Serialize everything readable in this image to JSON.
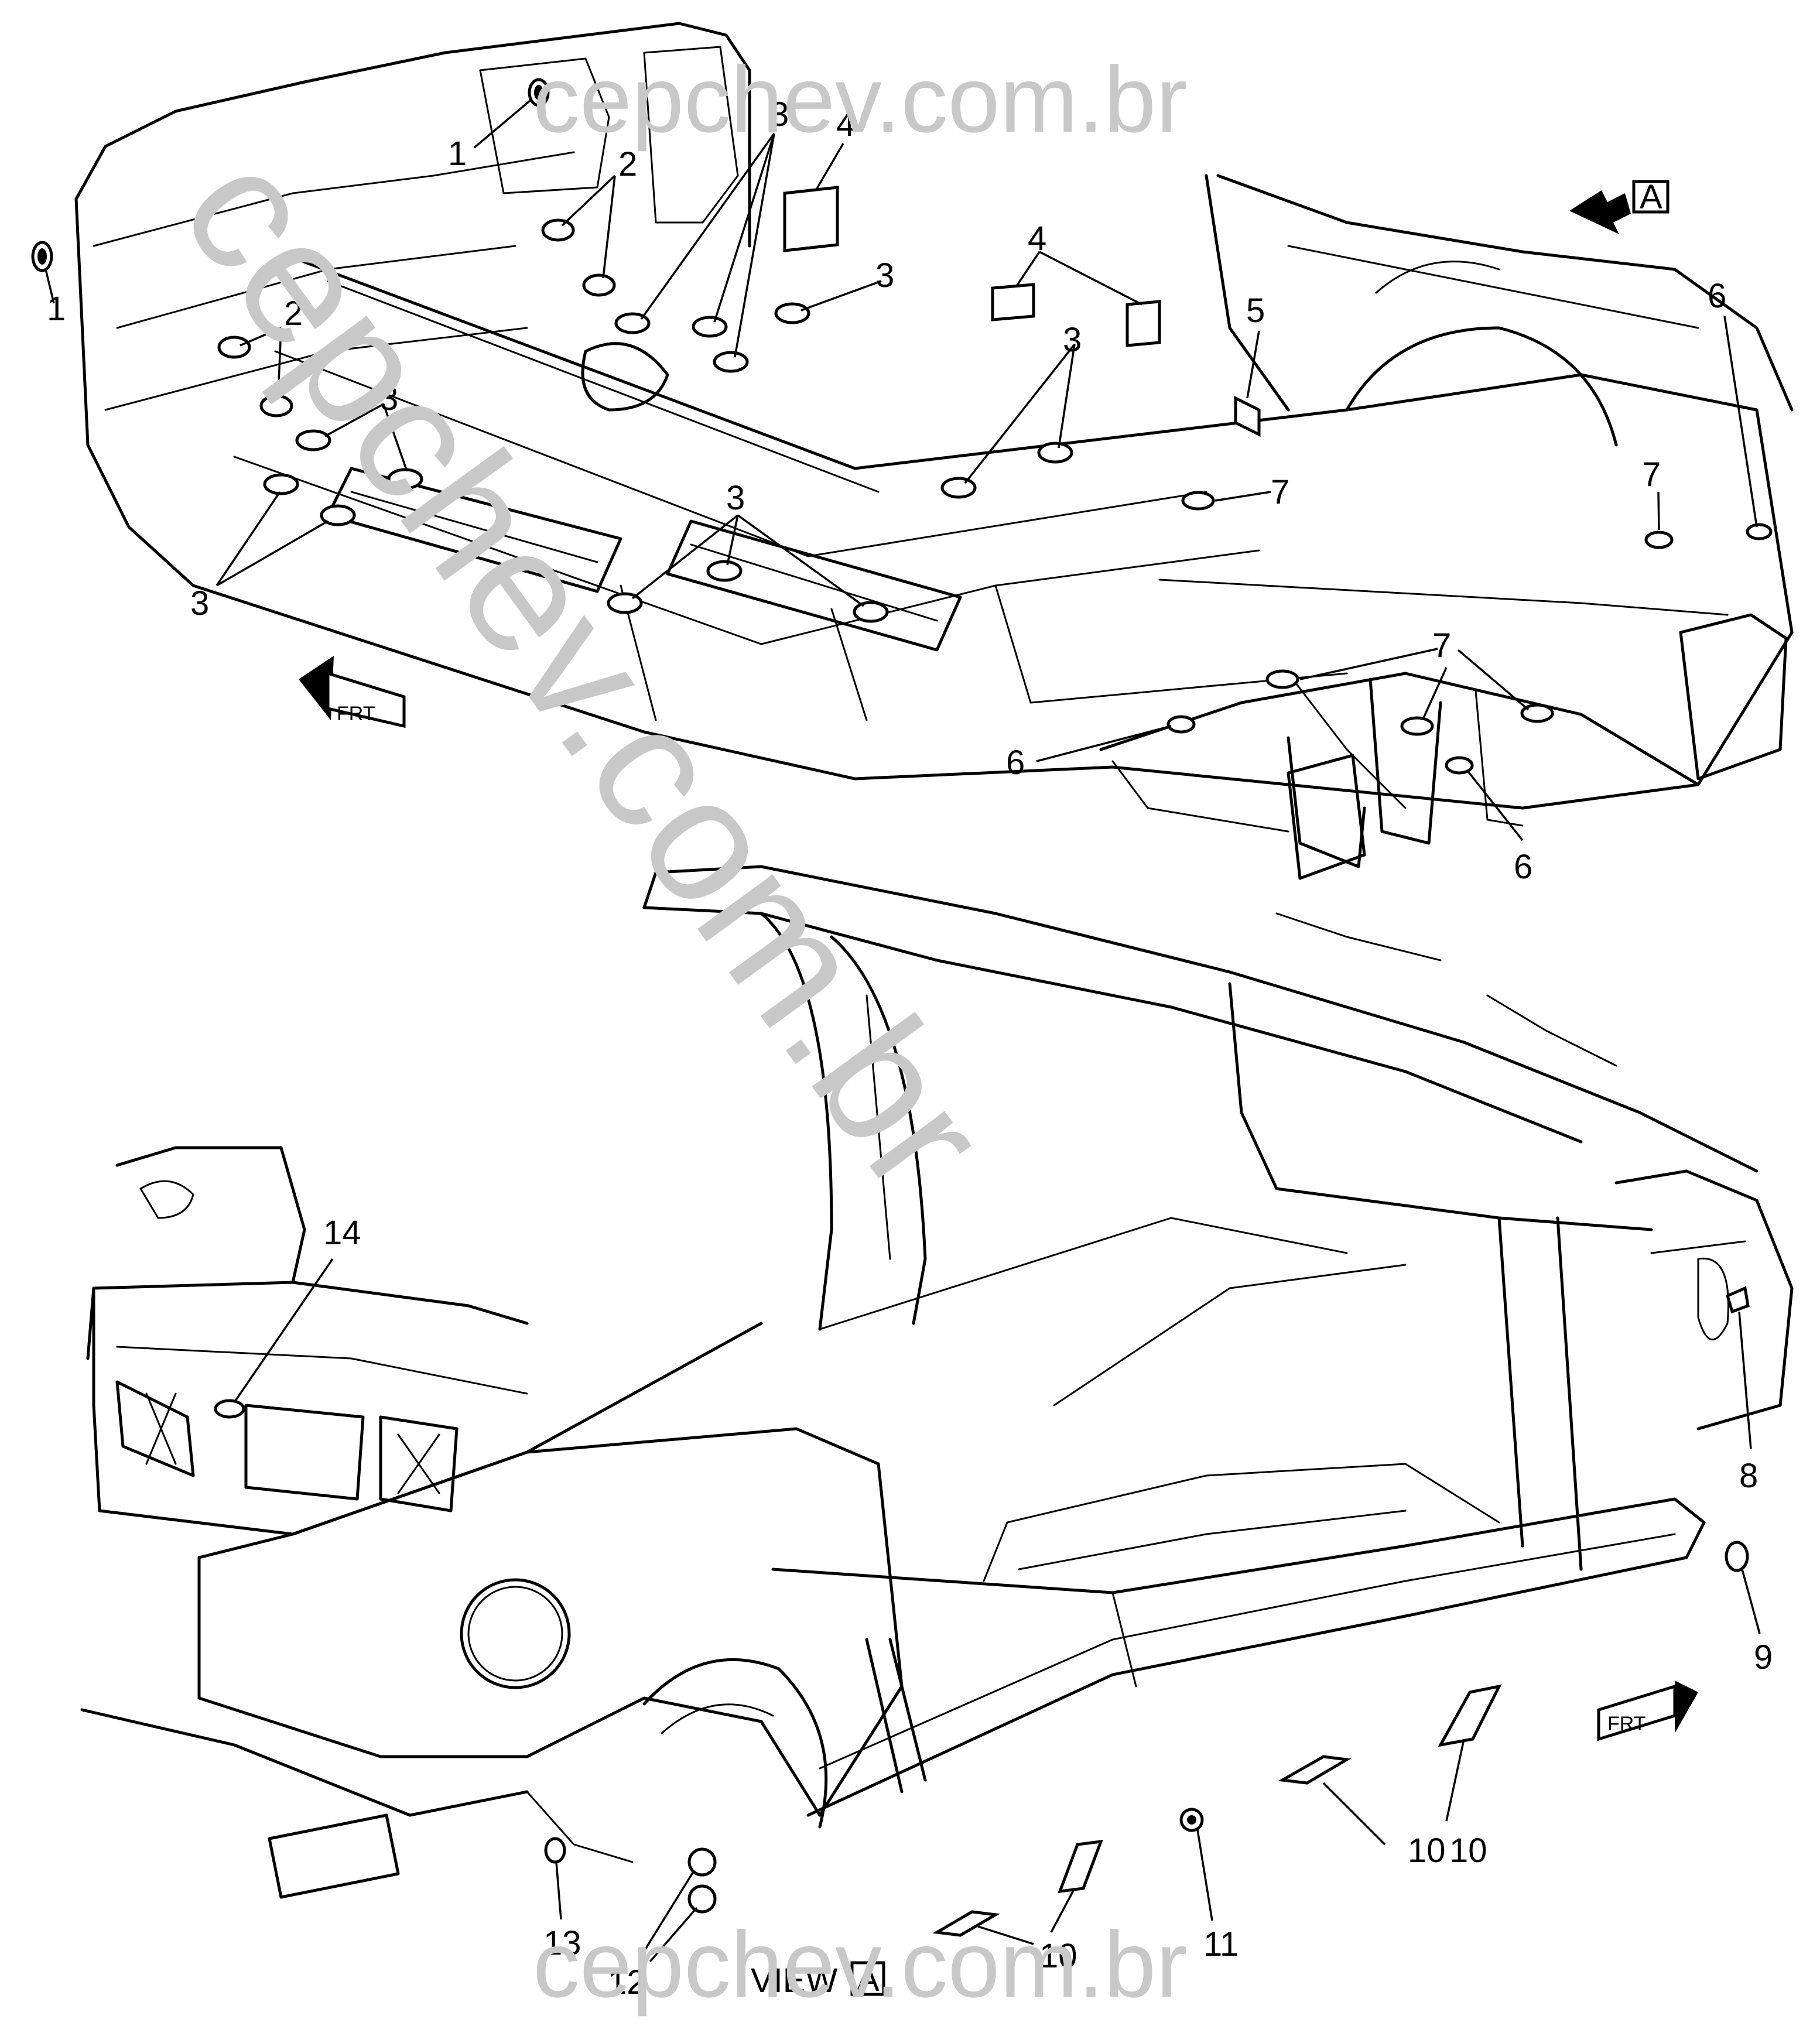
{
  "watermark": {
    "top": "cepchev.com.br",
    "diagonal": "cepchev.com.br",
    "bottom": "cepchev.com.br"
  },
  "view_label": {
    "text": "VIEW",
    "boxed_letter": "A"
  },
  "view_arrow_letter": "A",
  "direction_labels": {
    "top_left": "FRT",
    "bottom_right": "FRT"
  },
  "callouts": [
    "1",
    "1",
    "2",
    "2",
    "3",
    "3",
    "3",
    "3",
    "3",
    "3",
    "4",
    "4",
    "5",
    "6",
    "6",
    "6",
    "7",
    "7",
    "7",
    "8",
    "9",
    "10",
    "10",
    "10",
    "11",
    "12",
    "13",
    "14"
  ]
}
